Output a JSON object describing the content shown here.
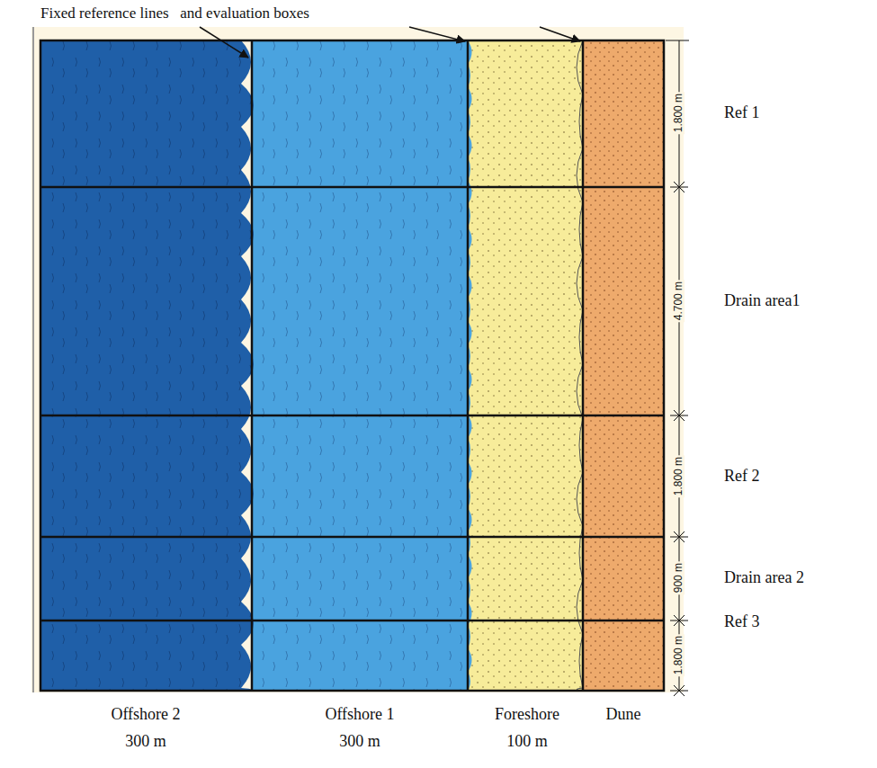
{
  "diagram": {
    "labels": [
      "Fixed reference lines   and evaluation boxes",
      "1.800 m",
      "4.700 m",
      "1.800 m",
      "900 m",
      "1.800 m",
      "Ref 1",
      "Drain area1",
      "Ref 2",
      "Drain area 2",
      "Ref 3",
      "Offshore 2",
      "300 m",
      "Offshore 1",
      "300 m",
      "Foreshore",
      "100 m",
      "Dune"
    ]
  }
}
